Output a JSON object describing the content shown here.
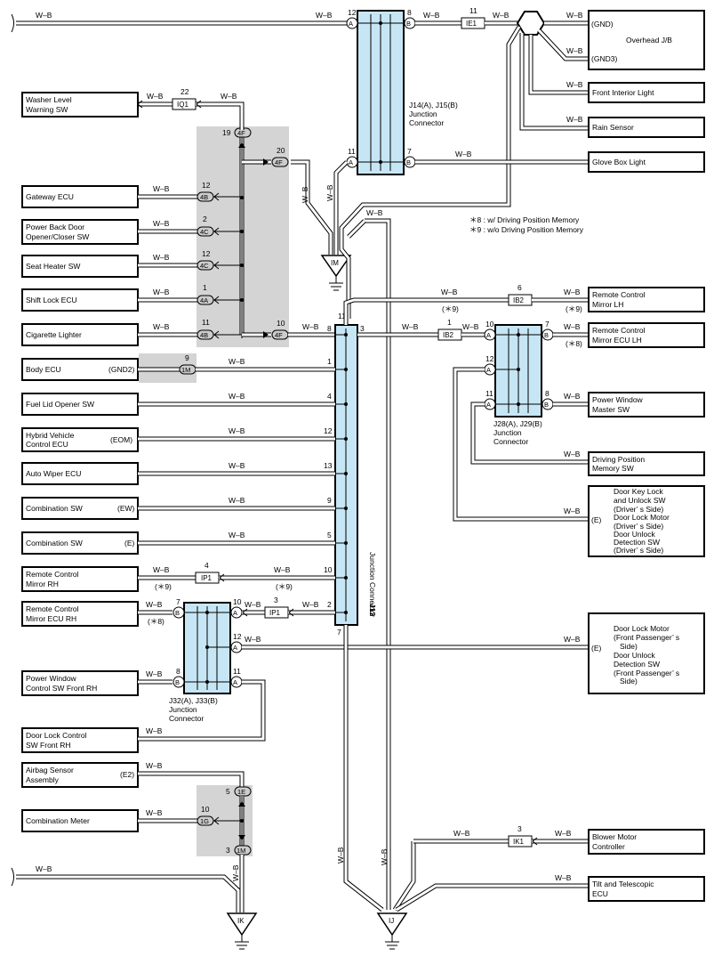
{
  "wire_color": "W–B",
  "notes": {
    "note8": "＊8 : w/ Driving Position Memory",
    "note9": "＊9 : w/o Driving Position Memory"
  },
  "junctions": {
    "j14": {
      "title": "J14(A), J15(B)",
      "sub": "Junction",
      "sub2": "Connector"
    },
    "j13": {
      "title": "J13",
      "sub": "Junction Connector"
    },
    "j28": {
      "title": "J28(A), J29(B)",
      "sub": "Junction",
      "sub2": "Connector"
    },
    "j32": {
      "title": "J32(A), J33(B)",
      "sub": "Junction",
      "sub2": "Connector"
    }
  },
  "grounds": {
    "im": "IM",
    "ij": "IJ",
    "ik": "IK"
  },
  "connectors": {
    "ie1": "IE1",
    "iq1": "IQ1",
    "ib2": "IB2",
    "ip1": "IP1",
    "ik1": "IK1",
    "c4f": "4F",
    "c4b": "4B",
    "c4c": "4C",
    "c4a": "4A",
    "c1m": "1M",
    "c1e": "1E",
    "c1g": "1G"
  },
  "pins": {
    "a": "A",
    "b": "B"
  },
  "tags": {
    "s9": "(＊9)",
    "s8": "(＊8)"
  },
  "left_components": [
    {
      "l1": "Washer Level",
      "l2": "Warning SW",
      "pin": "22"
    },
    {
      "l1": "Gateway ECU",
      "l2": "",
      "pin": "12"
    },
    {
      "l1": "Power Back Door",
      "l2": "Opener/Closer SW",
      "pin": "2"
    },
    {
      "l1": "Seat Heater SW",
      "l2": "",
      "pin": "12"
    },
    {
      "l1": "Shift Lock ECU",
      "l2": "",
      "pin": "1"
    },
    {
      "l1": "Cigarette Lighter",
      "l2": "",
      "pin": "11"
    },
    {
      "l1": "Body ECU",
      "l2": "",
      "term": "(GND2)",
      "pin": "9"
    },
    {
      "l1": "Fuel Lid Opener SW",
      "l2": "",
      "pin": "4"
    },
    {
      "l1": "Hybrid Vehicle",
      "l2": "Control ECU",
      "term": "(EOM)",
      "pin": "12"
    },
    {
      "l1": "Auto Wiper ECU",
      "l2": "",
      "pin": "13"
    },
    {
      "l1": "Combination SW",
      "l2": "",
      "term": "(EW)",
      "pin": "9"
    },
    {
      "l1": "Combination SW",
      "l2": "",
      "term": "(E)",
      "pin": "5"
    },
    {
      "l1": "Remote Control",
      "l2": "Mirror RH",
      "pin": "4"
    },
    {
      "l1": "Remote Control",
      "l2": "Mirror ECU RH",
      "pin": "7"
    },
    {
      "l1": "Power Window",
      "l2": "Control SW Front RH",
      "pin": "8"
    },
    {
      "l1": "Door Lock Control",
      "l2": "SW Front RH",
      "pin": ""
    },
    {
      "l1": "Airbag Sensor",
      "l2": "Assembly",
      "term": "(E2)",
      "pin": ""
    },
    {
      "l1": "Combination Meter",
      "l2": "",
      "pin": "10"
    }
  ],
  "right_components": {
    "overhead": {
      "l1": "Overhead J/B",
      "t1": "(GND)",
      "t2": "(GND3)"
    },
    "front_light": "Front Interior Light",
    "rain": "Rain Sensor",
    "glove": "Glove Box Light",
    "rcm_lh": {
      "l1": "Remote Control",
      "l2": "Mirror LH"
    },
    "rcm_ecu_lh": {
      "l1": "Remote Control",
      "l2": "Mirror ECU LH"
    },
    "pw_master": {
      "l1": "Power Window",
      "l2": "Master SW"
    },
    "dpm": {
      "l1": "Driving Position",
      "l2": "Memory SW"
    },
    "dkl": {
      "l1": "Door Key Lock",
      "l2": "and Unlock SW",
      "l3": "(Driver’ s Side)",
      "l4": "Door Lock Motor",
      "l5": "(Driver’ s Side)",
      "l6": "Door Unlock",
      "l7": "Detection SW",
      "l8": "(Driver’ s Side)",
      "term": "(E)"
    },
    "dlm_fp": {
      "l1": "Door Lock Motor",
      "l2": "(Front Passenger’ s",
      "l3": "Side)",
      "l4": "Door Unlock",
      "l5": "Detection SW",
      "l6": "(Front Passenger’ s",
      "l7": "Side)",
      "term": "(E)"
    },
    "blower": {
      "l1": "Blower Motor",
      "l2": "Controller"
    },
    "tilt": {
      "l1": "Tilt and Telescopic",
      "l2": "ECU"
    }
  },
  "pin_numbers": {
    "j14_a12": "12",
    "j14_b8": "8",
    "ie1_pin": "11",
    "j14_a11": "11",
    "j14_b7": "7",
    "c4f_19": "19",
    "c4f_20": "20",
    "c4f_10": "10",
    "j13_11": "11",
    "j13_8": "8",
    "j13_3": "3",
    "j13_1": "1",
    "j13_4": "4",
    "j13_12": "12",
    "j13_13": "13",
    "j13_9": "9",
    "j13_5": "5",
    "j13_10": "10",
    "j13_2": "2",
    "j13_7": "7",
    "ib2_top": "6",
    "ib2_mid": "1",
    "j28_a10": "10",
    "j28_b7": "7",
    "j28_a12": "12",
    "j28_a11": "11",
    "j28_b8": "8",
    "ip1_top": "4",
    "ip1_mid": "3",
    "j32_b7": "7",
    "j32_a10": "10",
    "j32_a12": "12",
    "j32_b8": "8",
    "j32_a11": "11",
    "c1e_5": "5",
    "c1g_10": "10",
    "c1m_3": "3",
    "ik1_pin": "3"
  }
}
